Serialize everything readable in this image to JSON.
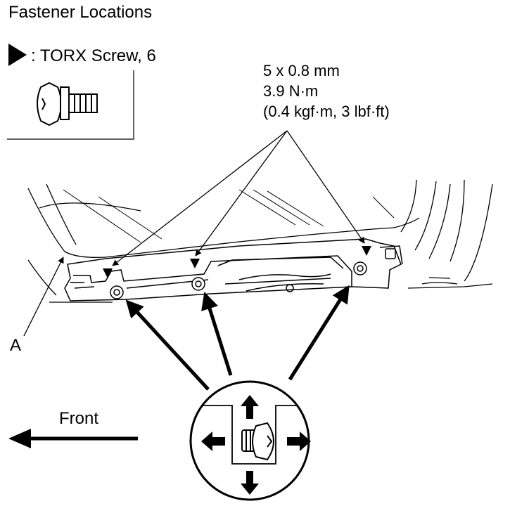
{
  "title": "Fastener Locations",
  "legend": {
    "label": ": TORX Screw, 6",
    "marker_icon": "filled-triangle-marker-icon",
    "screw_icon": "torx-screw-icon"
  },
  "spec": {
    "line1": "5 x 0.8 mm",
    "line2": "3.9 N·m",
    "line3": "(0.4 kgf·m, 3 lbf·ft)"
  },
  "callout_a": "A",
  "front_label": "Front",
  "detail_view": {
    "icon": "screw-adjustment-detail-icon",
    "arrows": [
      "up",
      "down",
      "left",
      "right"
    ]
  }
}
